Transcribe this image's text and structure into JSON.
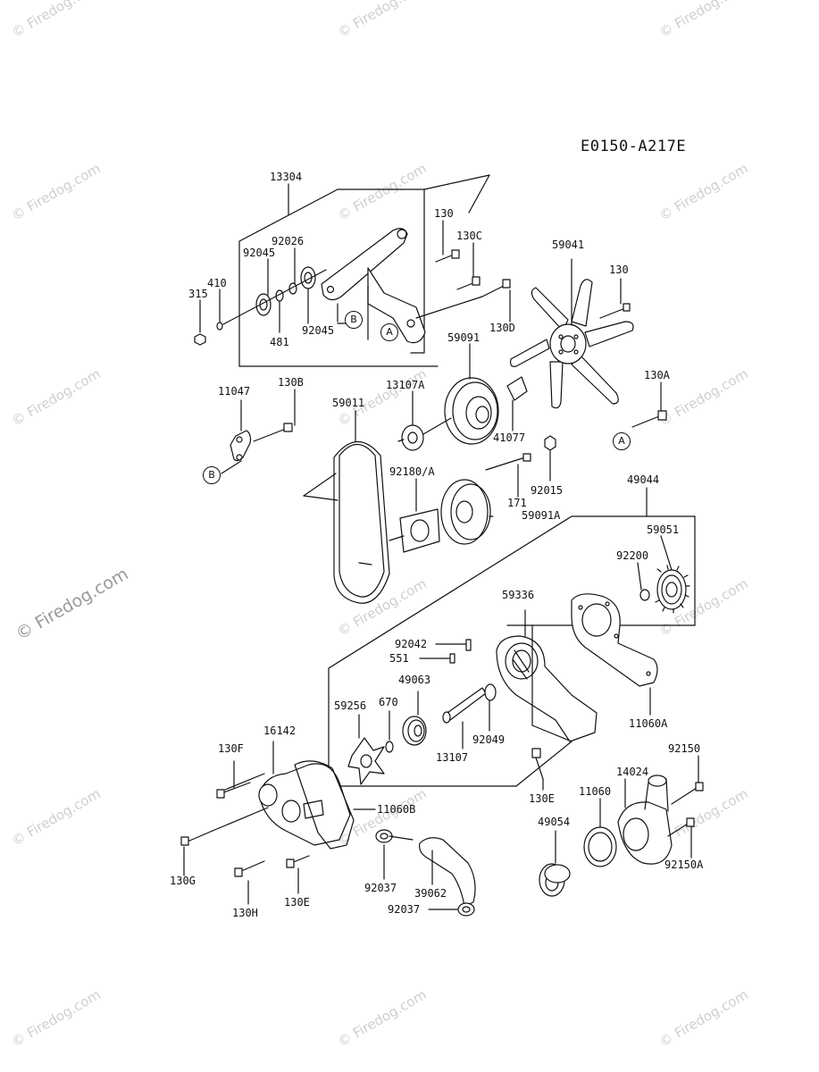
{
  "diagram_code": "E0150-A217E",
  "watermark": "© Firedog.com",
  "reference_marks": {
    "a": "A",
    "b": "B"
  },
  "parts": {
    "p13304": "13304",
    "p130": "130",
    "p130c": "130C",
    "p92026": "92026",
    "p92045_top": "92045",
    "p410": "410",
    "p315": "315",
    "p481": "481",
    "p92045_bot": "92045",
    "p130d": "130D",
    "p59041": "59041",
    "p130_fan": "130",
    "p59091": "59091",
    "p130a": "130A",
    "p11047": "11047",
    "p130b": "130B",
    "p59011": "59011",
    "p13107a": "13107A",
    "p41077": "41077",
    "p92180a": "92180/A",
    "p92015": "92015",
    "p171": "171",
    "p59091a": "59091A",
    "p49044": "49044",
    "p59051": "59051",
    "p92200": "92200",
    "p59336": "59336",
    "p92042": "92042",
    "p551": "551",
    "p49063": "49063",
    "p59256": "59256",
    "p670": "670",
    "p92049": "92049",
    "p13107": "13107",
    "p11060a": "11060A",
    "p16142": "16142",
    "p130f": "130F",
    "p11060b": "11060B",
    "p130e_right": "130E",
    "p11060": "11060",
    "p14024": "14024",
    "p92150": "92150",
    "p49054": "49054",
    "p92150a": "92150A",
    "p130g": "130G",
    "p92037_a": "92037",
    "p39062": "39062",
    "p130e_left": "130E",
    "p130h": "130H",
    "p92037_b": "92037"
  }
}
